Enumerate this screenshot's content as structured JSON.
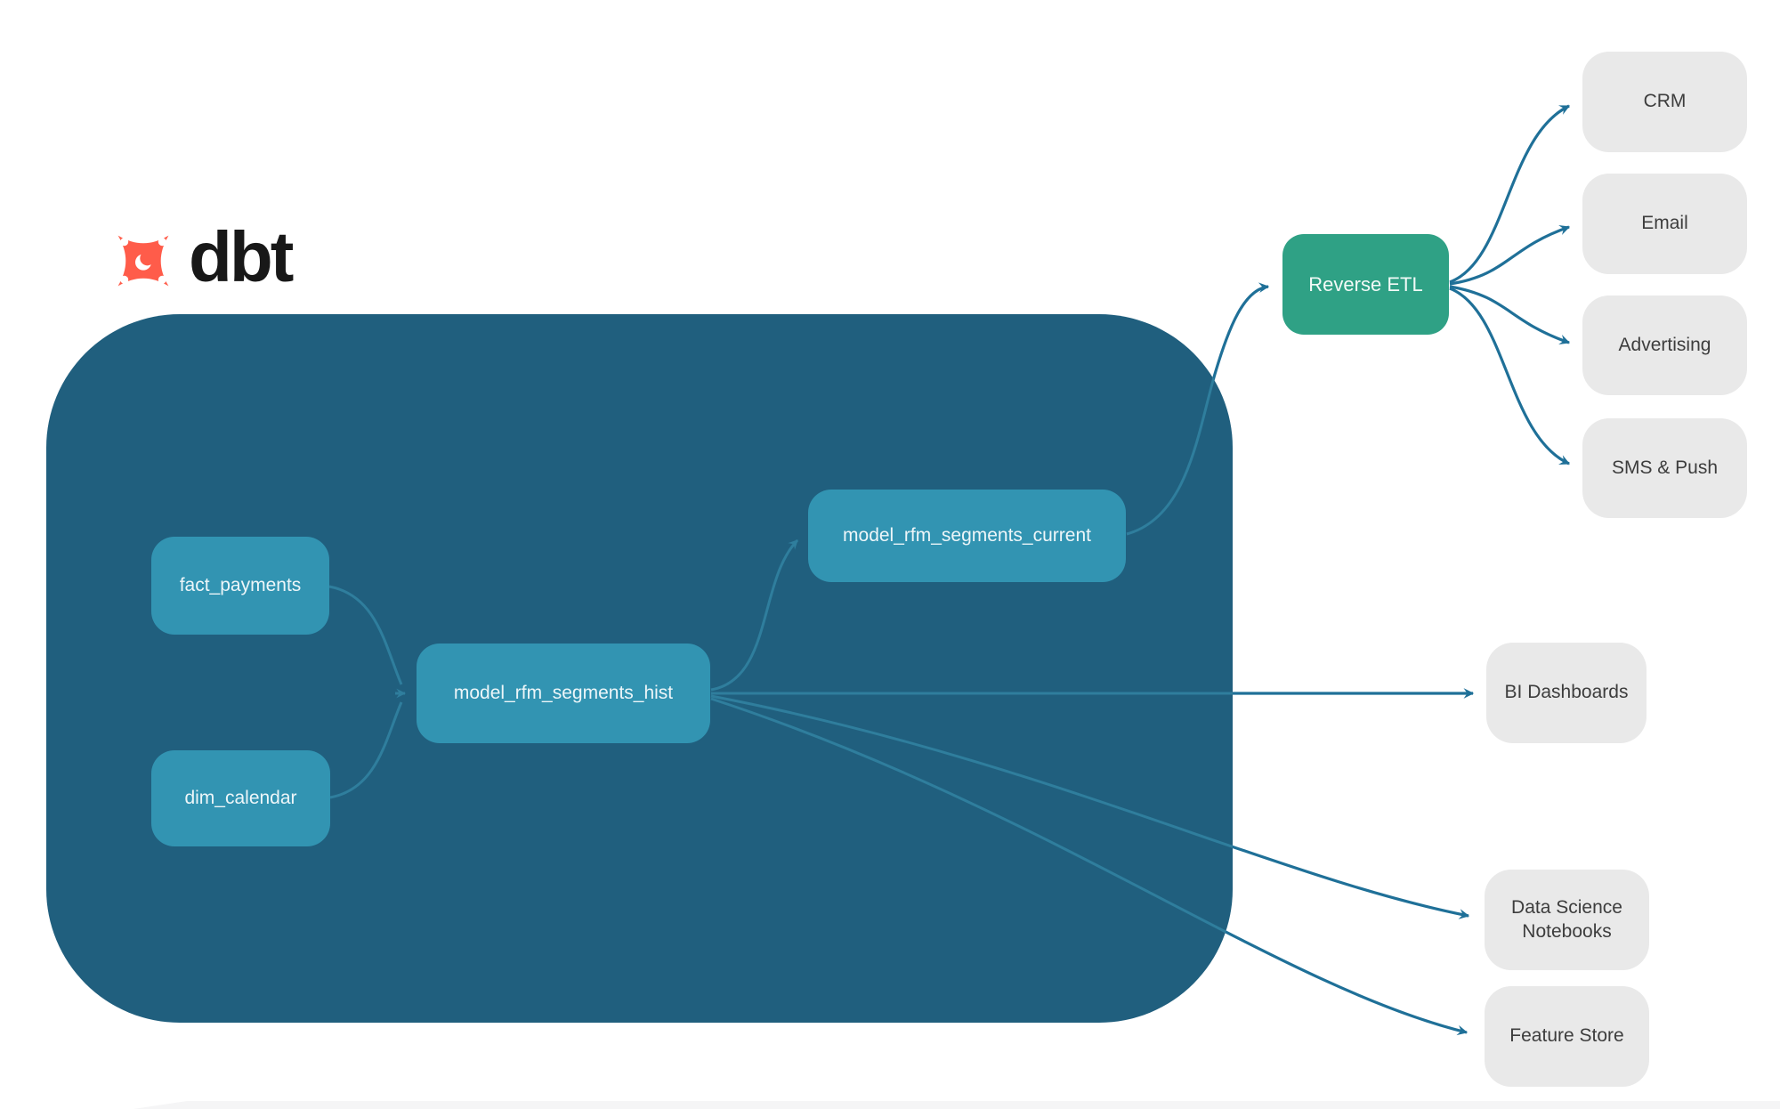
{
  "brand": {
    "name": "dbt"
  },
  "diagram": {
    "warehouse": {
      "sources": [
        {
          "label": "fact_payments"
        },
        {
          "label": "dim_calendar"
        }
      ],
      "models": [
        {
          "label": "model_rfm_segments_hist"
        },
        {
          "label": "model_rfm_segments_current"
        }
      ]
    },
    "reverse_etl": {
      "label": "Reverse ETL"
    },
    "activation_destinations": [
      {
        "label": "CRM"
      },
      {
        "label": "Email"
      },
      {
        "label": "Advertising"
      },
      {
        "label": "SMS & Push"
      }
    ],
    "analytics_destinations": [
      {
        "label": "BI Dashboards"
      },
      {
        "label": "Data Science Notebooks"
      },
      {
        "label": "Feature Store"
      }
    ]
  },
  "colors": {
    "warehouse_container": "#205f7e",
    "model_node": "#3294b2",
    "reverse_etl_node": "#2fa185",
    "destination_node": "#e9e9e9",
    "edge_outside": "#1f7098",
    "edge_inside": "#2f7e9d",
    "dbt_orange": "#ff5c4a"
  }
}
